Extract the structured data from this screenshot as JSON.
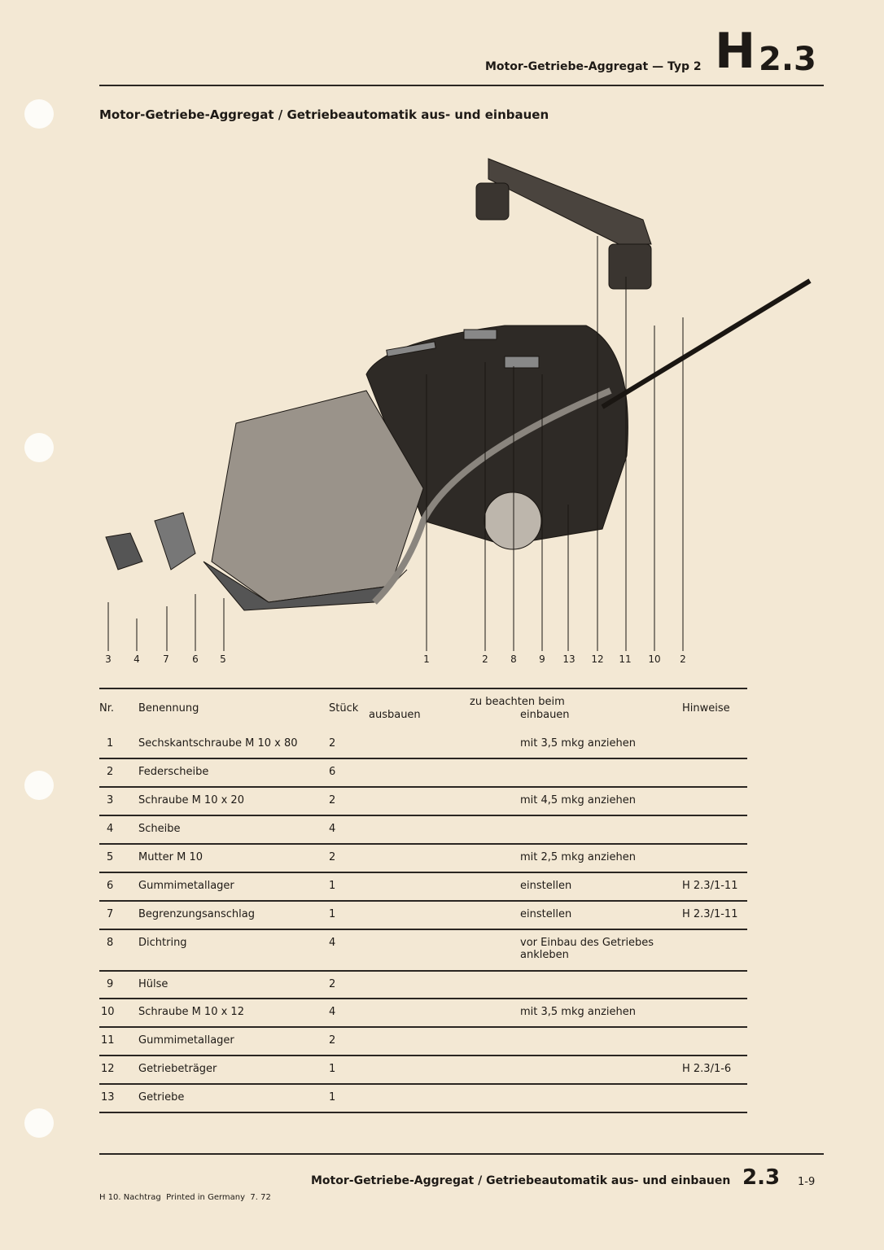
{
  "header": {
    "running_title": "Motor-Getriebe-Aggregat — Typ 2",
    "section_letter": "H",
    "section_number": "2.3"
  },
  "title": "Motor-Getriebe-Aggregat / Getriebeautomatik aus- und einbauen",
  "callouts": [
    "3",
    "4",
    "7",
    "6",
    "5",
    "1",
    "2",
    "8",
    "9",
    "13",
    "12",
    "11",
    "10",
    "2"
  ],
  "table": {
    "headers": {
      "nr": "Nr.",
      "name": "Benennung",
      "qty": "Stück",
      "note_group": "zu beachten beim",
      "remove": "ausbauen",
      "install": "einbauen",
      "ref": "Hinweise"
    },
    "rows": [
      {
        "nr": "1",
        "name": "Sechskantschraube M 10 x 80",
        "qty": "2",
        "install": "mit 3,5 mkg anziehen",
        "ref": ""
      },
      {
        "nr": "2",
        "name": "Federscheibe",
        "qty": "6",
        "install": "",
        "ref": ""
      },
      {
        "nr": "3",
        "name": "Schraube M 10 x 20",
        "qty": "2",
        "install": "mit 4,5 mkg anziehen",
        "ref": ""
      },
      {
        "nr": "4",
        "name": "Scheibe",
        "qty": "4",
        "install": "",
        "ref": ""
      },
      {
        "nr": "5",
        "name": "Mutter M 10",
        "qty": "2",
        "install": "mit 2,5 mkg anziehen",
        "ref": ""
      },
      {
        "nr": "6",
        "name": "Gummimetallager",
        "qty": "1",
        "install": "einstellen",
        "ref": "H 2.3/1-11"
      },
      {
        "nr": "7",
        "name": "Begrenzungsanschlag",
        "qty": "1",
        "install": "einstellen",
        "ref": "H 2.3/1-11"
      },
      {
        "nr": "8",
        "name": "Dichtring",
        "qty": "4",
        "install": "vor Einbau des Getriebes",
        "install2": "ankleben",
        "ref": ""
      },
      {
        "nr": "9",
        "name": "Hülse",
        "qty": "2",
        "install": "",
        "ref": ""
      },
      {
        "nr": "10",
        "name": "Schraube M 10 x 12",
        "qty": "4",
        "install": "mit 3,5 mkg anziehen",
        "ref": ""
      },
      {
        "nr": "11",
        "name": "Gummimetallager",
        "qty": "2",
        "install": "",
        "ref": ""
      },
      {
        "nr": "12",
        "name": "Getriebeträger",
        "qty": "1",
        "install": "",
        "ref": "H 2.3/1-6"
      },
      {
        "nr": "13",
        "name": "Getriebe",
        "qty": "1",
        "install": "",
        "ref": ""
      }
    ]
  },
  "footer": {
    "title": "Motor-Getriebe-Aggregat / Getriebeautomatik aus- und einbauen",
    "section": "2.3",
    "page": "1-9",
    "imprint": "H 10. Nachtrag  Printed in Germany  7. 72"
  }
}
